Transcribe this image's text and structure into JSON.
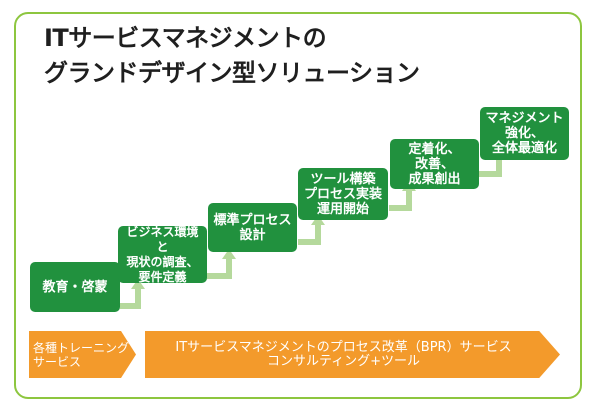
{
  "title": {
    "line1": "ITサービスマネジメントの",
    "line2": "グランドデザイン型ソリューション"
  },
  "steps": [
    "教育・啓蒙",
    "ビジネス環境と\n現状の調査、\n要件定義",
    "標準プロセス\n設計",
    "ツール構築\nプロセス実装\n運用開始",
    "定着化、\n改善、\n成果創出",
    "マネジメント\n強化、\n全体最適化"
  ],
  "banners": {
    "training": "各種トレーニング\nサービス",
    "consulting": "ITサービスマネジメントのプロセス改革（BPR）サービス\nコンサルティング+ツール"
  },
  "colors": {
    "step_green": "#21913e",
    "arrow_green": "#b5d99c",
    "frame_green": "#8dc63f",
    "banner_orange": "#f39a2b"
  }
}
